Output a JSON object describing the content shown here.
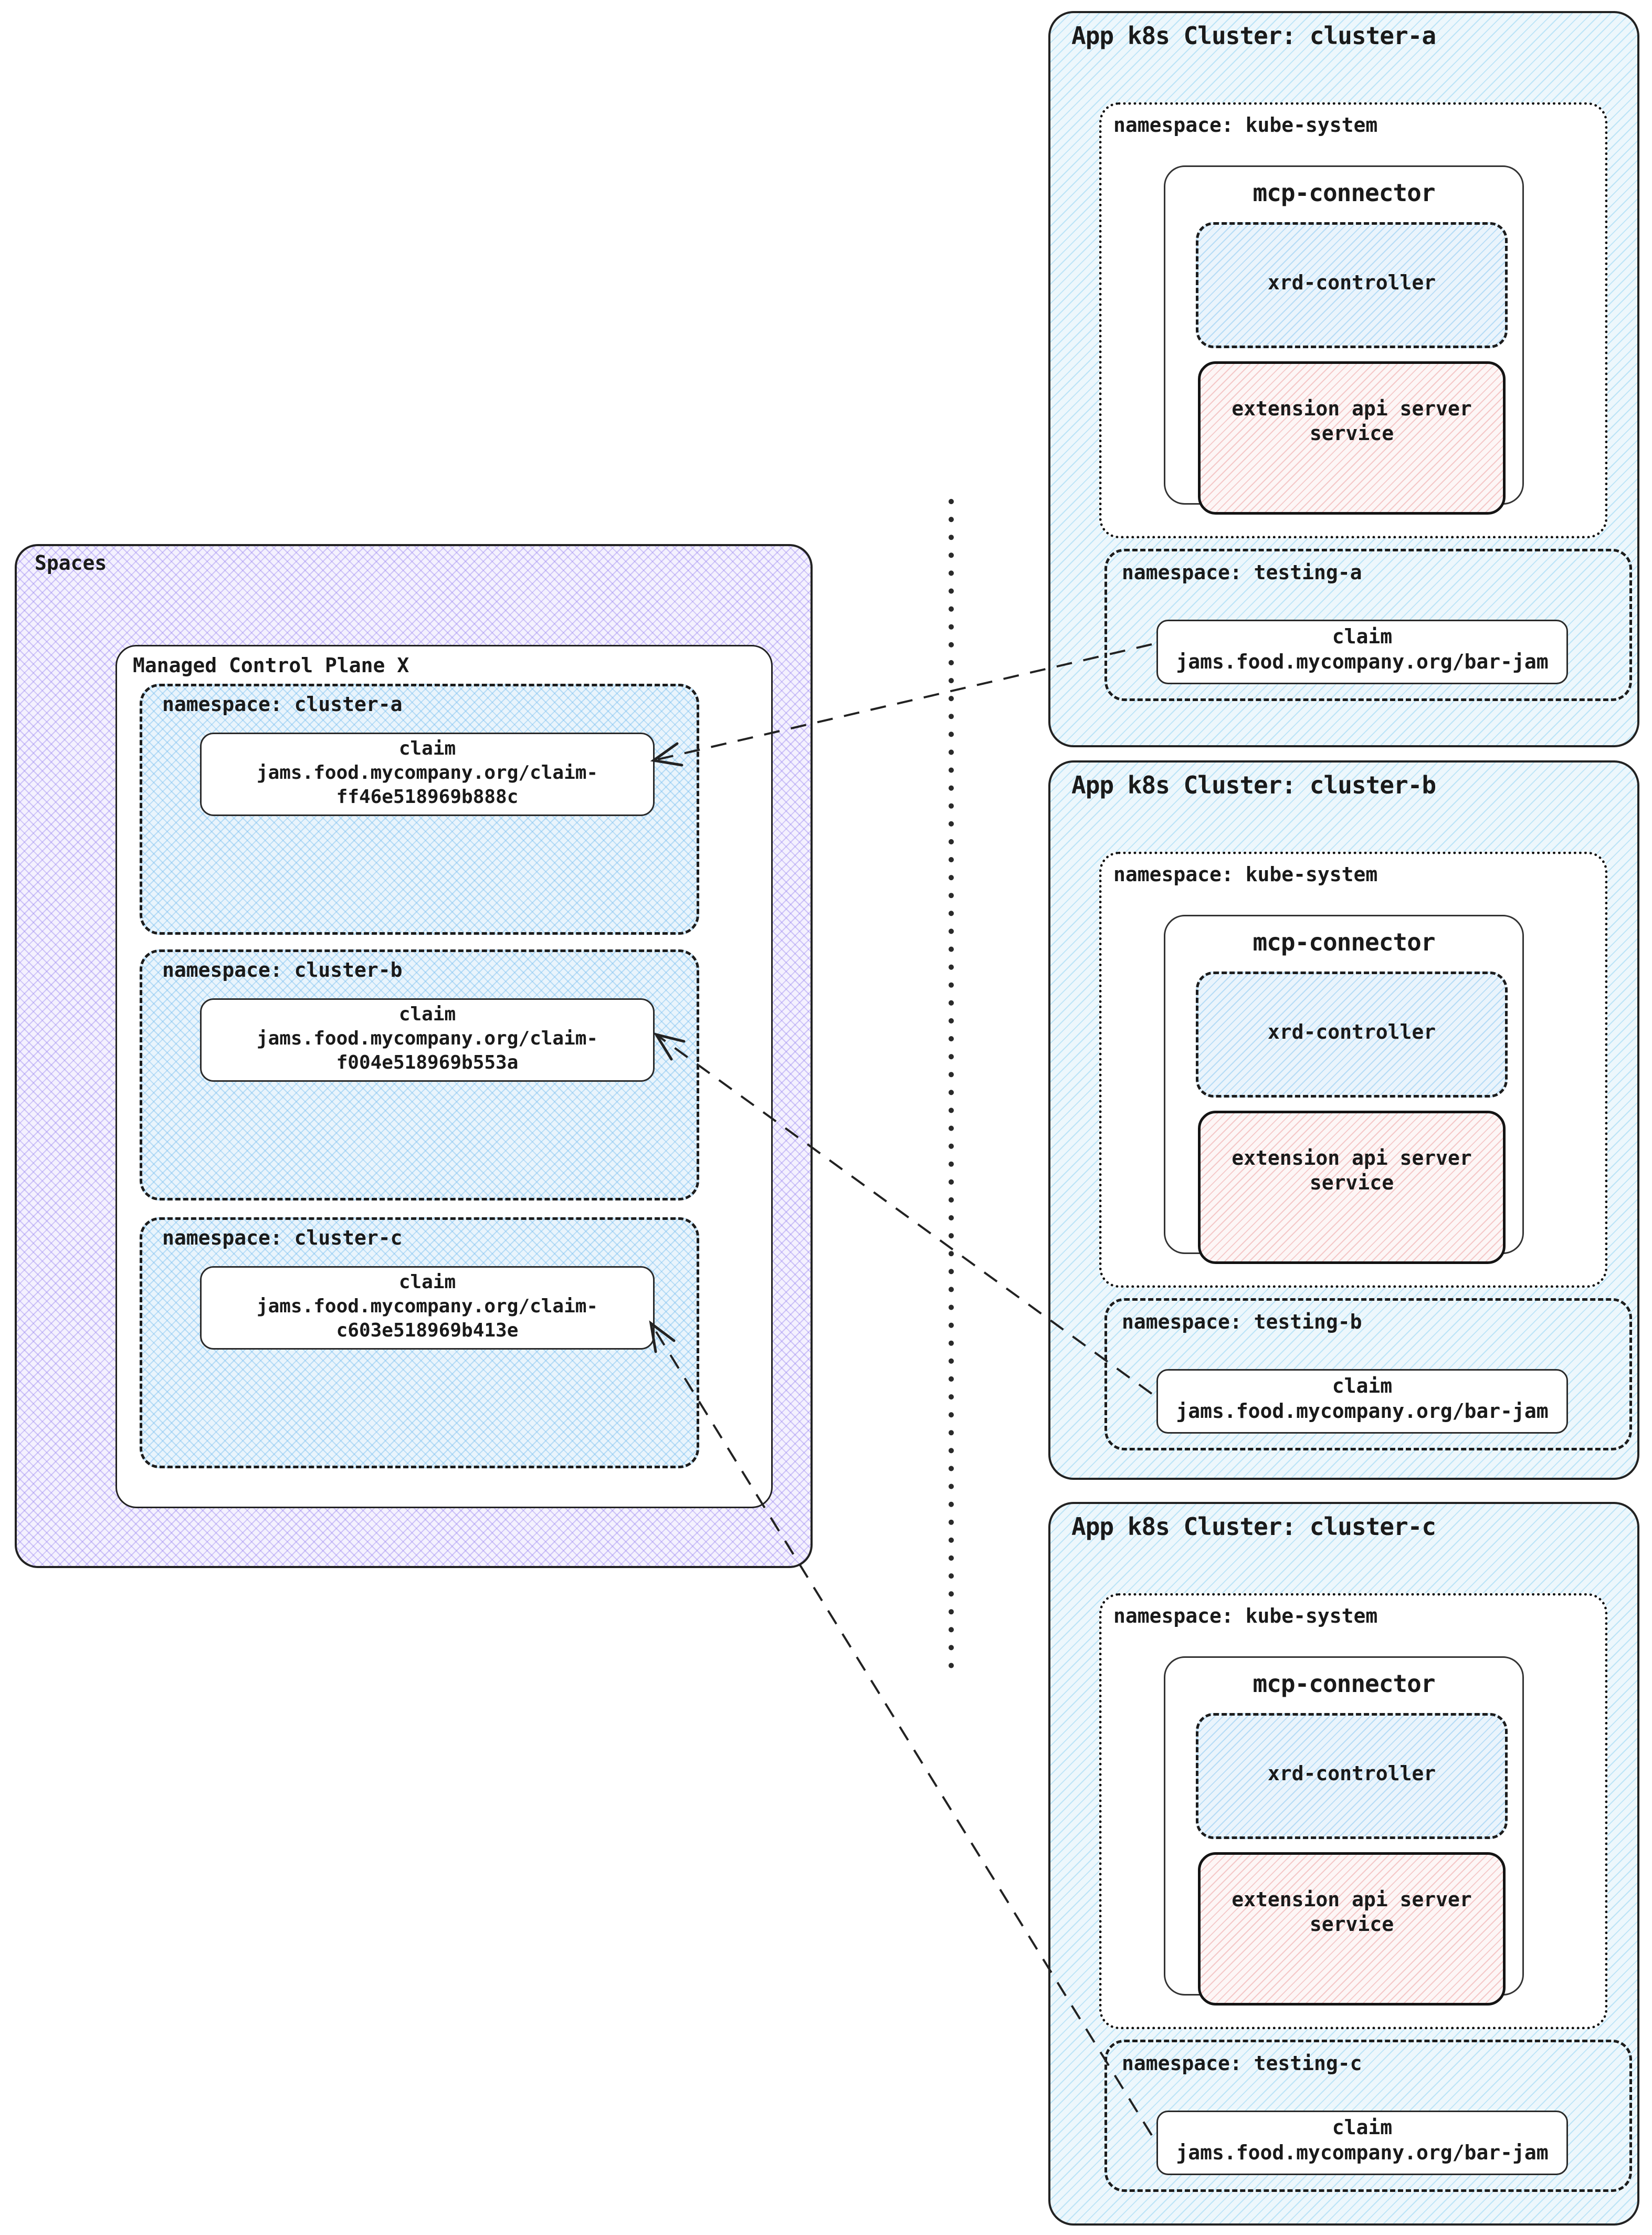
{
  "spaces": {
    "label": "Spaces",
    "control_plane_label": "Managed Control Plane X",
    "namespaces": [
      {
        "label": "namespace: cluster-a",
        "claim": {
          "line1": "claim",
          "line2": "jams.food.mycompany.org/claim-",
          "line3": "ff46e518969b888c"
        }
      },
      {
        "label": "namespace: cluster-b",
        "claim": {
          "line1": "claim",
          "line2": "jams.food.mycompany.org/claim-",
          "line3": "f004e518969b553a"
        }
      },
      {
        "label": "namespace: cluster-c",
        "claim": {
          "line1": "claim",
          "line2": "jams.food.mycompany.org/claim-",
          "line3": "c603e518969b413e"
        }
      }
    ]
  },
  "clusters": [
    {
      "title": "App k8s Cluster: cluster-a",
      "kube_label": "namespace: kube-system",
      "mcp_connector_label": "mcp-connector",
      "xrd_label": "xrd-controller",
      "ext_line1": "extension api server",
      "ext_line2": "service",
      "testing_label": "namespace: testing-a",
      "claim_line1": "claim",
      "claim_line2": "jams.food.mycompany.org/bar-jam"
    },
    {
      "title": "App k8s Cluster: cluster-b",
      "kube_label": "namespace: kube-system",
      "mcp_connector_label": "mcp-connector",
      "xrd_label": "xrd-controller",
      "ext_line1": "extension api server",
      "ext_line2": "service",
      "testing_label": "namespace: testing-b",
      "claim_line1": "claim",
      "claim_line2": "jams.food.mycompany.org/bar-jam"
    },
    {
      "title": "App k8s Cluster: cluster-c",
      "kube_label": "namespace: kube-system",
      "mcp_connector_label": "mcp-connector",
      "xrd_label": "xrd-controller",
      "ext_line1": "extension api server",
      "ext_line2": "service",
      "testing_label": "namespace: testing-c",
      "claim_line1": "claim",
      "claim_line2": "jams.food.mycompany.org/bar-jam"
    }
  ],
  "colors": {
    "border": "#1a1a1a",
    "blue_hatch": "#7dc8f0",
    "purple_hatch": "#9884f0",
    "red_hatch": "#eb9696",
    "box_white": "#ffffff"
  }
}
